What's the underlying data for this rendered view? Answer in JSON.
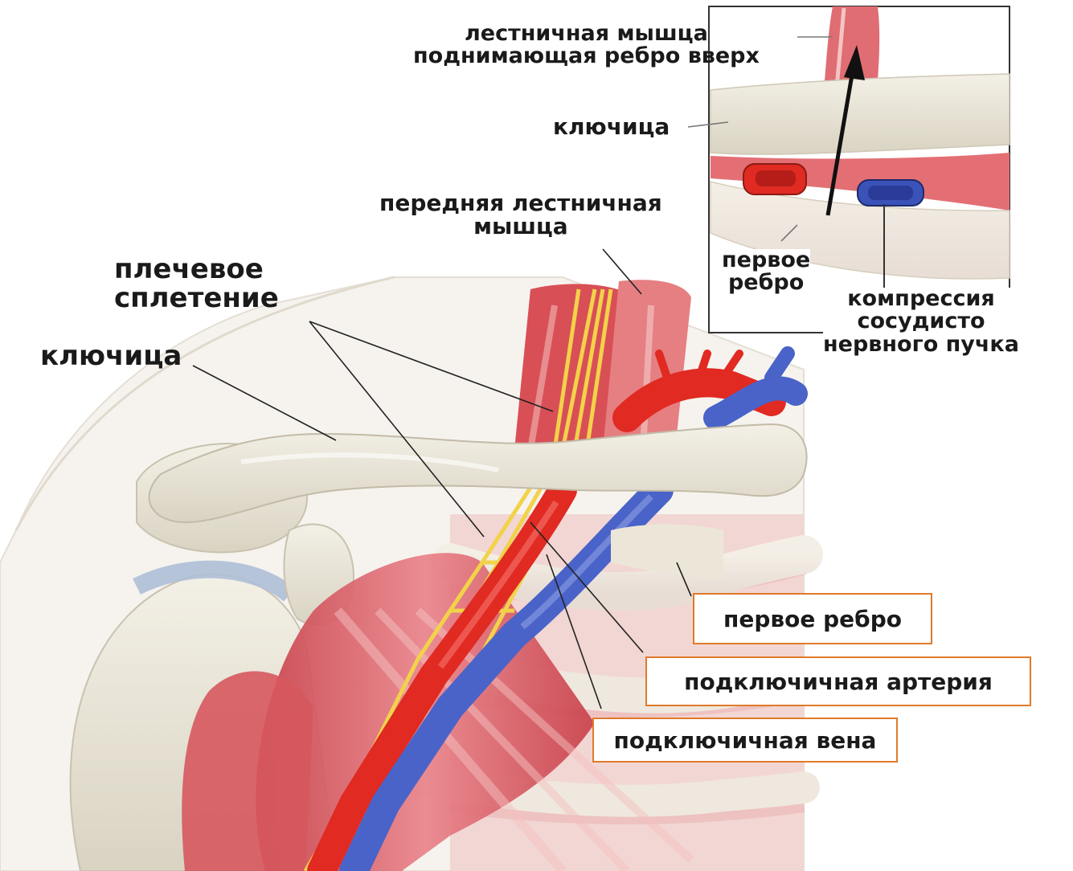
{
  "labels": {
    "brachial_plexus": [
      "плечевое",
      "сплетение"
    ],
    "clavicle_main": "ключица",
    "anterior_scalene": [
      "передняя лестничная",
      "мышца"
    ],
    "first_rib_main": "первое ребро",
    "subclavian_artery": "подключичная артерия",
    "subclavian_vein": "подключичная вена"
  },
  "inset": {
    "scalene_lifting": [
      "лестничная мышца",
      "поднимающая ребро вверх"
    ],
    "clavicle": "ключица",
    "first_rib": [
      "первое",
      "ребро"
    ],
    "compression": [
      "компрессия",
      "сосудисто",
      "нервного пучка"
    ]
  },
  "colors": {
    "bone": "#ece8dc",
    "bone_shadow": "#d4cfbf",
    "muscle": "#d9545a",
    "muscle_light": "#f0a5a2",
    "artery": "#e02a22",
    "vein": "#4a63c8",
    "nerve": "#f2d24a",
    "callout_border": "#e07a2a"
  }
}
